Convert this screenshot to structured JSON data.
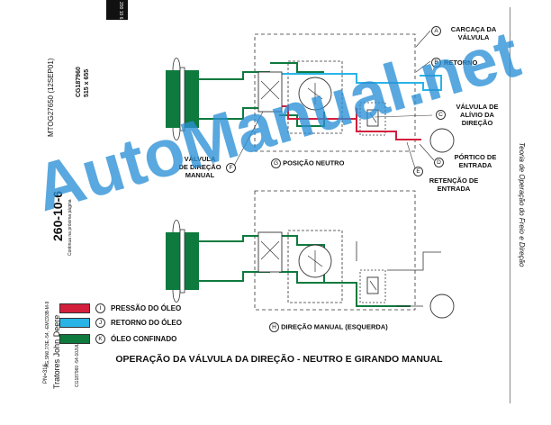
{
  "page": {
    "top_tab": "200\n10\n6",
    "doc_code": "MTOG27650 (12SEP01)",
    "figure_code": "CG187960",
    "figure_size": "515 x 655",
    "page_number": "260-10-6",
    "continued_note": "Continua na próxima página",
    "print_note": "AG,SN0,7/3E,-54, -EMC93B-M-9",
    "book_title": "Tratores John Deere",
    "book_id": "PN=316",
    "side_title": "Teoria de Operação do Freio e Direção",
    "bottom_code": "CG187960 -54-10JUL99",
    "watermark": "AutoManual.net"
  },
  "callouts": [
    {
      "id": "A",
      "text": "CARCAÇA DA\nVÁLVULA"
    },
    {
      "id": "B",
      "text": "RETORNO"
    },
    {
      "id": "C",
      "text": "VÁLVULA DE\nALÍVIO DA\nDIREÇÃO"
    },
    {
      "id": "D",
      "text": "PÓRTICO DE\nENTRADA"
    },
    {
      "id": "E",
      "text": "RETENÇÃO DE\nENTRADA"
    },
    {
      "id": "F",
      "text": "VÁLVULA\nDE DIREÇÃO\nMANUAL"
    },
    {
      "id": "G",
      "text": "POSIÇÃO NEUTRO"
    },
    {
      "id": "H",
      "text": "DIREÇÃO MANUAL (ESQUERDA)"
    }
  ],
  "legend": [
    {
      "id": "I",
      "label": "PRESSÃO DO ÓLEO",
      "color": "#d21f3c"
    },
    {
      "id": "J",
      "label": "RETORNO DO ÓLEO",
      "color": "#29b4e8"
    },
    {
      "id": "K",
      "label": "ÓLEO CONFINADO",
      "color": "#0e7a3e"
    }
  ],
  "title": "OPERAÇÃO DA VÁLVULA DA DIREÇÃO - NEUTRO E GIRANDO MANUAL",
  "colors": {
    "pressure": "#d21f3c",
    "return": "#29b4e8",
    "confined": "#0e7a3e",
    "watermark": "#2a8fd6"
  }
}
